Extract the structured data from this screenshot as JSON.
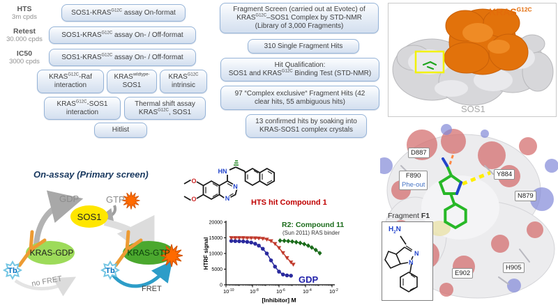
{
  "stages": [
    {
      "name": "HTS",
      "count": "3m cpds"
    },
    {
      "name": "Retest",
      "count": "30.000 cpds"
    },
    {
      "name": "IC50",
      "count": "3000 cpds"
    }
  ],
  "flow_left": [
    {
      "lines": [
        [
          {
            "t": "SOS1-KRAS"
          },
          {
            "t": "G12C",
            "sup": true
          },
          {
            "t": " assay On-format"
          }
        ]
      ]
    },
    {
      "lines": [
        [
          {
            "t": "SOS1-KRAS"
          },
          {
            "t": "G12C",
            "sup": true
          },
          {
            "t": " assay On- / Off-format"
          }
        ]
      ]
    },
    {
      "lines": [
        [
          {
            "t": "SOS1-KRAS"
          },
          {
            "t": "G12C",
            "sup": true
          },
          {
            "t": " assay On- / Off-format"
          }
        ]
      ]
    },
    {
      "lines": [
        [
          {
            "t": "KRAS"
          },
          {
            "t": "G12C",
            "sup": true
          },
          {
            "t": "-Raf"
          }
        ],
        [
          {
            "t": "interaction"
          }
        ]
      ]
    },
    {
      "lines": [
        [
          {
            "t": "KRAS"
          },
          {
            "t": "wildtype-",
            "sup": true
          }
        ],
        [
          {
            "t": "SOS1"
          }
        ]
      ]
    },
    {
      "lines": [
        [
          {
            "t": "KRAS"
          },
          {
            "t": "G12C",
            "sup": true
          }
        ],
        [
          {
            "t": "intrinsic"
          }
        ]
      ]
    },
    {
      "lines": [
        [
          {
            "t": "KRAS"
          },
          {
            "t": "G12C",
            "sup": true
          },
          {
            "t": "-SOS1"
          }
        ],
        [
          {
            "t": "interaction"
          }
        ]
      ]
    },
    {
      "lines": [
        [
          {
            "t": "Thermal shift assay"
          }
        ],
        [
          {
            "t": "KRAS"
          },
          {
            "t": "G12C",
            "sup": true
          },
          {
            "t": ", SOS1"
          }
        ]
      ]
    },
    {
      "lines": [
        [
          {
            "t": "Hitlist"
          }
        ]
      ]
    }
  ],
  "flow_mid": [
    {
      "lines": [
        [
          {
            "t": "Fragment Screen (carried out at Evotec) of"
          }
        ],
        [
          {
            "t": "KRAS"
          },
          {
            "t": "G12C",
            "sup": true
          },
          {
            "t": "–SOS1 Complex by STD-NMR"
          }
        ],
        [
          {
            "t": "(Library of 3,000 Fragments)"
          }
        ]
      ]
    },
    {
      "lines": [
        [
          {
            "t": "310 Single Fragment Hits"
          }
        ]
      ]
    },
    {
      "lines": [
        [
          {
            "t": "Hit Qualification:"
          }
        ],
        [
          {
            "t": "SOS1 and KRAS"
          },
          {
            "t": "G12C",
            "sup": true
          },
          {
            "t": " Binding Test (STD-NMR)"
          }
        ]
      ]
    },
    {
      "lines": [
        [
          {
            "t": "97 “Complex exclusive“ Fragment Hits (42"
          }
        ],
        [
          {
            "t": "clear hits, 55 ambiguous hits)"
          }
        ]
      ]
    },
    {
      "lines": [
        [
          {
            "t": "13 confirmed hits by soaking into"
          }
        ],
        [
          {
            "t": "KRAS-SOS1 complex crystals"
          }
        ]
      ]
    }
  ],
  "structure_panel": {
    "kras_label": [
      {
        "t": "KRAS"
      },
      {
        "t": "G12C",
        "sup": true
      }
    ],
    "sos1_label": "SOS1"
  },
  "on_assay": {
    "title": "On-assay (Primary screen)",
    "gdp": "GDP",
    "gtp": "GTP",
    "sos1": "SOS1",
    "kras_gdp": "KRAS-GDP",
    "kras_gtp": "KRAS-GTP",
    "tb": "Tb",
    "no_fret": "no FRET",
    "fret": "FRET"
  },
  "compound": {
    "label": "HTS hit Compound 1"
  },
  "atoms": {
    "n": "N",
    "o": "O",
    "hn": "HN",
    "h2n": [
      {
        "t": "H"
      },
      {
        "t": "2",
        "sub": true
      },
      {
        "t": "N"
      }
    ]
  },
  "chart_data": {
    "type": "line",
    "xlabel": "[Inhibitor] M",
    "ylabel": "HTRF signal",
    "x_scale": "log",
    "xlim": [
      1e-10,
      0.01
    ],
    "ylim": [
      0,
      20000
    ],
    "x_ticks": [
      1e-10,
      1e-08,
      1e-06,
      0.0001,
      0.01
    ],
    "y_ticks": [
      0,
      5000,
      10000,
      15000,
      20000
    ],
    "legend": [
      {
        "label": "R2: Compound 11",
        "sub": "(Sun 2011) RAS binder",
        "color": "#1a6b1a"
      },
      {
        "label": "GDP",
        "color": "#2222aa"
      }
    ],
    "series": [
      {
        "name": "GDP",
        "marker": "circle",
        "color": "#2a2a9e",
        "points": [
          [
            2.5e-10,
            14000
          ],
          [
            5e-10,
            13950
          ],
          [
            1e-09,
            13900
          ],
          [
            2e-09,
            13850
          ],
          [
            4e-09,
            13700
          ],
          [
            8e-09,
            13500
          ],
          [
            1.6e-08,
            13100
          ],
          [
            3e-08,
            12500
          ],
          [
            6e-08,
            11500
          ],
          [
            1.2e-07,
            10000
          ],
          [
            2.5e-07,
            7800
          ],
          [
            5e-07,
            5800
          ],
          [
            1e-06,
            4200
          ],
          [
            2e-06,
            3300
          ],
          [
            4e-06,
            3000
          ],
          [
            8e-06,
            2900
          ]
        ]
      },
      {
        "name": "HTS hit Compound 1",
        "marker": "triangle",
        "color": "#c0392b",
        "points": [
          [
            2.5e-10,
            15000
          ],
          [
            5e-10,
            15000
          ],
          [
            1e-09,
            15000
          ],
          [
            2e-09,
            15000
          ],
          [
            4e-09,
            14950
          ],
          [
            8e-09,
            14950
          ],
          [
            1.6e-08,
            14900
          ],
          [
            3e-08,
            14850
          ],
          [
            6e-08,
            14750
          ],
          [
            1.2e-07,
            14500
          ],
          [
            2.5e-07,
            14000
          ],
          [
            5e-07,
            13100
          ],
          [
            1e-06,
            11800
          ],
          [
            2e-06,
            10200
          ],
          [
            4e-06,
            8600
          ],
          [
            8e-06,
            7200
          ],
          [
            1.2e-05,
            6500
          ]
        ]
      },
      {
        "name": "R2: Compound 11 (Sun 2011) RAS binder",
        "marker": "diamond",
        "color": "#1a6b1a",
        "points": [
          [
            1.2e-06,
            14100
          ],
          [
            2.5e-06,
            14050
          ],
          [
            5e-06,
            13950
          ],
          [
            1e-05,
            13800
          ],
          [
            2e-05,
            13600
          ],
          [
            4e-05,
            13350
          ],
          [
            8e-05,
            13000
          ],
          [
            0.00016,
            12500
          ],
          [
            0.0003,
            11900
          ],
          [
            0.0006,
            11100
          ],
          [
            0.0012,
            10100
          ]
        ]
      }
    ]
  },
  "pocket": {
    "labels": [
      "D887",
      "F890",
      "Y884",
      "N879",
      "E902",
      "H905"
    ],
    "phe_out": "Phe-out",
    "fragment_caption": [
      {
        "t": "Fragment "
      },
      {
        "t": "F1",
        "b": true
      }
    ]
  },
  "colors": {
    "box_border": "#95b3d7",
    "box_fill": "#dce6f2",
    "kras_orange": "#e36c0a",
    "sos1_gray": "#a8a8a8",
    "sos1_yellow": "#ffe600",
    "kras_gdp_green": "#9ddb5a",
    "kras_gtp_green": "#4ba82e",
    "tb_blue": "#0070c0",
    "fret_blue": "#2d9dc8",
    "burst_orange": "#ff6a00",
    "compound_red": "#c00000",
    "series_blue": "#2a2a9e",
    "series_red": "#c0392b",
    "series_green": "#1a6b1a",
    "highlight_yellow": "#f2f200"
  }
}
